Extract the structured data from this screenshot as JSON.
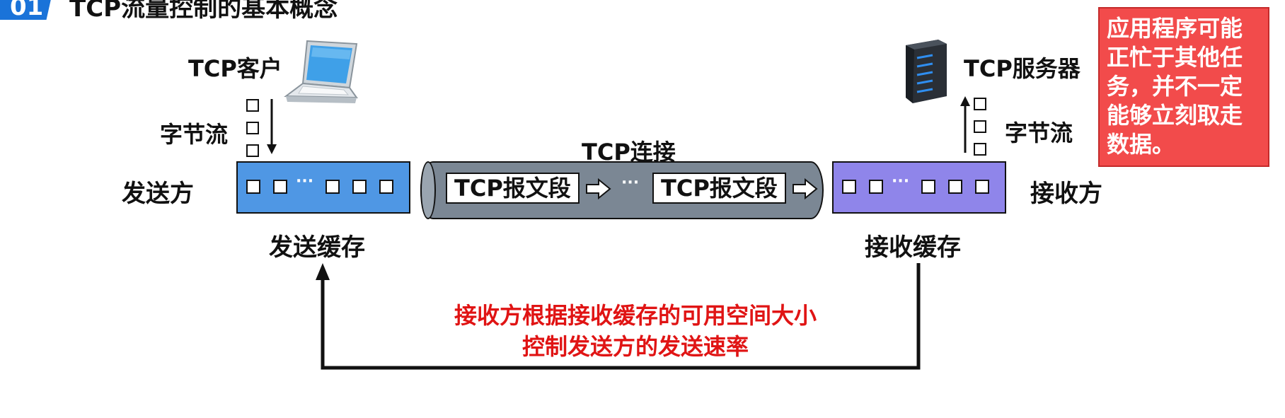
{
  "header": {
    "badge_number": "01",
    "title": "TCP流量控制的基本概念"
  },
  "client": {
    "label": "TCP客户",
    "byte_stream": "字节流",
    "role": "发送方",
    "buffer_label": "发送缓存"
  },
  "server": {
    "label": "TCP服务器",
    "byte_stream": "字节流",
    "role": "接收方",
    "buffer_label": "接收缓存"
  },
  "connection": {
    "label": "TCP连接",
    "segment_1": "TCP报文段",
    "segment_2": "TCP报文段",
    "ellipsis": "···"
  },
  "buffer_ellipsis": "···",
  "feedback_note": {
    "line1": "接收方根据接收缓存的可用空间大小",
    "line2": "控制发送方的发送速率"
  },
  "callout": {
    "text": "应用程序可能正忙于其他任务，并不一定能够立刻取走数据。"
  },
  "colors": {
    "badge": "#1a73d9",
    "send_buffer": "#4f97e4",
    "recv_buffer": "#8f85ea",
    "pipe": "#7b8794",
    "callout_bg": "#f24b4b",
    "note_text": "#e01414"
  }
}
